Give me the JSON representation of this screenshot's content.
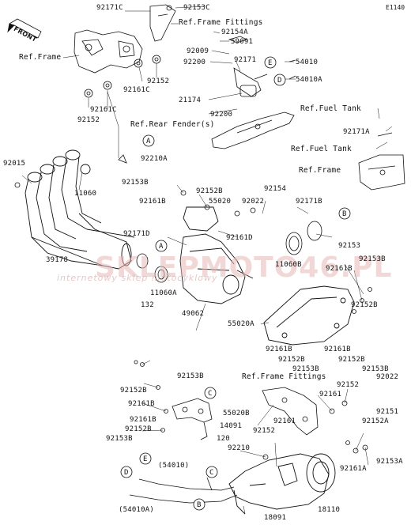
{
  "diagram_code": "E1140",
  "front_marker": "FRONT",
  "watermark": {
    "text": "SKLEPMOTO46.PL",
    "subtext": "internetowy sklep motocyklowy"
  },
  "labels": [
    {
      "id": "l1",
      "text": "92171C"
    },
    {
      "id": "l2",
      "text": "92153C"
    },
    {
      "id": "l3",
      "text": "Ref.Frame Fittings"
    },
    {
      "id": "l4",
      "text": "92154A"
    },
    {
      "id": "l5",
      "text": "59091"
    },
    {
      "id": "l6",
      "text": "92009"
    },
    {
      "id": "l7",
      "text": "92200"
    },
    {
      "id": "l8",
      "text": "92171"
    },
    {
      "id": "l9",
      "text": "54010"
    },
    {
      "id": "l10",
      "text": "54010A"
    },
    {
      "id": "l11",
      "text": "Ref.Frame"
    },
    {
      "id": "l12",
      "text": "92152"
    },
    {
      "id": "l13",
      "text": "92161C"
    },
    {
      "id": "l14",
      "text": "92161C"
    },
    {
      "id": "l15",
      "text": "92152"
    },
    {
      "id": "l16",
      "text": "21174"
    },
    {
      "id": "l17",
      "text": "92200"
    },
    {
      "id": "l18",
      "text": "Ref.Fuel Tank"
    },
    {
      "id": "l19",
      "text": "Ref.Rear Fender(s)"
    },
    {
      "id": "l20",
      "text": "92171A"
    },
    {
      "id": "l21",
      "text": "Ref.Fuel Tank"
    },
    {
      "id": "l22",
      "text": "92210A"
    },
    {
      "id": "l23",
      "text": "Ref.Frame"
    },
    {
      "id": "l24",
      "text": "92015"
    },
    {
      "id": "l25",
      "text": "11060"
    },
    {
      "id": "l26",
      "text": "92153B"
    },
    {
      "id": "l27",
      "text": "92152B"
    },
    {
      "id": "l28",
      "text": "92154"
    },
    {
      "id": "l29",
      "text": "92161B"
    },
    {
      "id": "l30",
      "text": "55020"
    },
    {
      "id": "l31",
      "text": "92022"
    },
    {
      "id": "l32",
      "text": "92171B"
    },
    {
      "id": "l33",
      "text": "92161D"
    },
    {
      "id": "l34",
      "text": "92171D"
    },
    {
      "id": "l35",
      "text": "92153"
    },
    {
      "id": "l36",
      "text": "39178"
    },
    {
      "id": "l37",
      "text": "11060B"
    },
    {
      "id": "l38",
      "text": "92153B"
    },
    {
      "id": "l39",
      "text": "92161B"
    },
    {
      "id": "l40",
      "text": "11060A"
    },
    {
      "id": "l41",
      "text": "132"
    },
    {
      "id": "l42",
      "text": "49062"
    },
    {
      "id": "l43",
      "text": "55020A"
    },
    {
      "id": "l44",
      "text": "92152B"
    },
    {
      "id": "l45",
      "text": "92161B"
    },
    {
      "id": "l46",
      "text": "92152B"
    },
    {
      "id": "l47",
      "text": "92153B"
    },
    {
      "id": "l48",
      "text": "92161B"
    },
    {
      "id": "l49",
      "text": "92152B"
    },
    {
      "id": "l50",
      "text": "92153B"
    },
    {
      "id": "l51",
      "text": "92153B"
    },
    {
      "id": "l52",
      "text": "Ref.Frame Fittings"
    },
    {
      "id": "l53",
      "text": "92022"
    },
    {
      "id": "l54",
      "text": "92152B"
    },
    {
      "id": "l55",
      "text": "92152"
    },
    {
      "id": "l56",
      "text": "92161"
    },
    {
      "id": "l57",
      "text": "92161B"
    },
    {
      "id": "l58",
      "text": "55020B"
    },
    {
      "id": "l59",
      "text": "92151"
    },
    {
      "id": "l60",
      "text": "92161B"
    },
    {
      "id": "l61",
      "text": "14091"
    },
    {
      "id": "l62",
      "text": "92161"
    },
    {
      "id": "l63",
      "text": "92152A"
    },
    {
      "id": "l64",
      "text": "92152B"
    },
    {
      "id": "l65",
      "text": "92152"
    },
    {
      "id": "l66",
      "text": "92153B"
    },
    {
      "id": "l67",
      "text": "120"
    },
    {
      "id": "l68",
      "text": "92210"
    },
    {
      "id": "l69",
      "text": "92153A"
    },
    {
      "id": "l70",
      "text": "(54010)"
    },
    {
      "id": "l71",
      "text": "92161A"
    },
    {
      "id": "l72",
      "text": "(54010A)"
    },
    {
      "id": "l73",
      "text": "18110"
    },
    {
      "id": "l74",
      "text": "18091"
    }
  ],
  "callouts": [
    {
      "id": "c1",
      "letter": "E"
    },
    {
      "id": "c2",
      "letter": "D"
    },
    {
      "id": "c3",
      "letter": "A"
    },
    {
      "id": "c4",
      "letter": "B"
    },
    {
      "id": "c5",
      "letter": "A"
    },
    {
      "id": "c6",
      "letter": "C"
    },
    {
      "id": "c7",
      "letter": "C"
    },
    {
      "id": "c8",
      "letter": "E"
    },
    {
      "id": "c9",
      "letter": "D"
    },
    {
      "id": "c10",
      "letter": "B"
    }
  ]
}
